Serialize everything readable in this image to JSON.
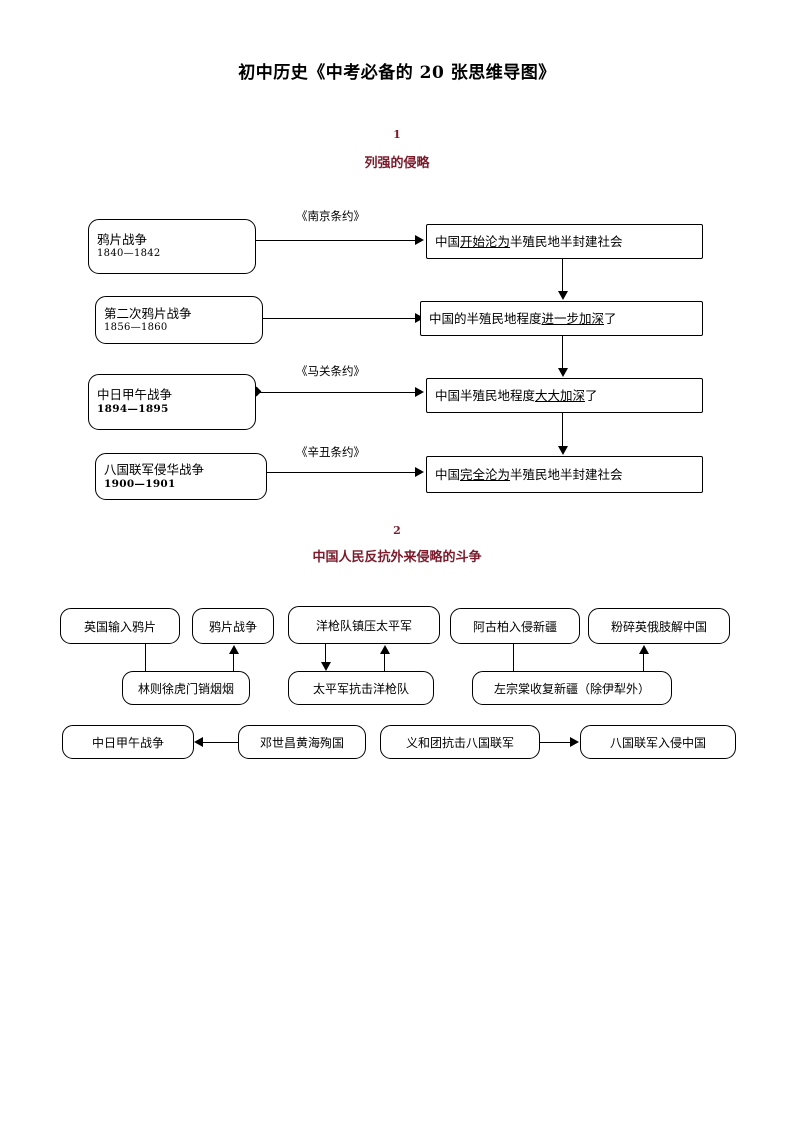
{
  "document": {
    "title": "初中历史《中考必备的 20 张思维导图》"
  },
  "sections": [
    {
      "number": "1",
      "title": "列强的侵略",
      "heading_color": "#7b1a2b",
      "causes": [
        {
          "name": "鸦片战争",
          "years": "1840—1842",
          "years_bold": false
        },
        {
          "name": "第二次鸦片战争",
          "years": "1856—1860",
          "years_bold": false
        },
        {
          "name": "中日甲午战争",
          "years": "1894—1895",
          "years_bold": true
        },
        {
          "name": "八国联军侵华战争",
          "years": "1900—1901",
          "years_bold": true
        }
      ],
      "treaties": [
        {
          "label": "《南京条约》"
        },
        {
          "label": ""
        },
        {
          "label": "《马关条约》"
        },
        {
          "label": "《辛丑条约》"
        }
      ],
      "results": [
        {
          "prefix": "中国",
          "underlined": "开始沦为",
          "suffix": "半殖民地半封建社会"
        },
        {
          "prefix": "中国的半殖民地程度",
          "underlined": "进一步加深",
          "suffix": "了"
        },
        {
          "prefix": "中国半殖民地程度",
          "underlined": "大大加深",
          "suffix": "了"
        },
        {
          "prefix": "中国",
          "underlined": "完全沦为",
          "suffix": "半殖民地半封建社会"
        }
      ]
    },
    {
      "number": "2",
      "title": "中国人民反抗外来侵略的斗争",
      "heading_color": "#7b1a2b",
      "nodes": {
        "r1c1": "英国输入鸦片",
        "r1c2": "鸦片战争",
        "r1c3": "洋枪队镇压太平军",
        "r1c4": "阿古柏入侵新疆",
        "r1c5": "粉碎英俄肢解中国",
        "r2c1": "林则徐虎门销烟烟",
        "r2c2": "太平军抗击洋枪队",
        "r2c3": "左宗棠收复新疆（除伊犁外）",
        "r3c1": "中日甲午战争",
        "r3c2": "邓世昌黄海殉国",
        "r3c3": "义和团抗击八国联军",
        "r3c4": "八国联军入侵中国"
      }
    }
  ]
}
